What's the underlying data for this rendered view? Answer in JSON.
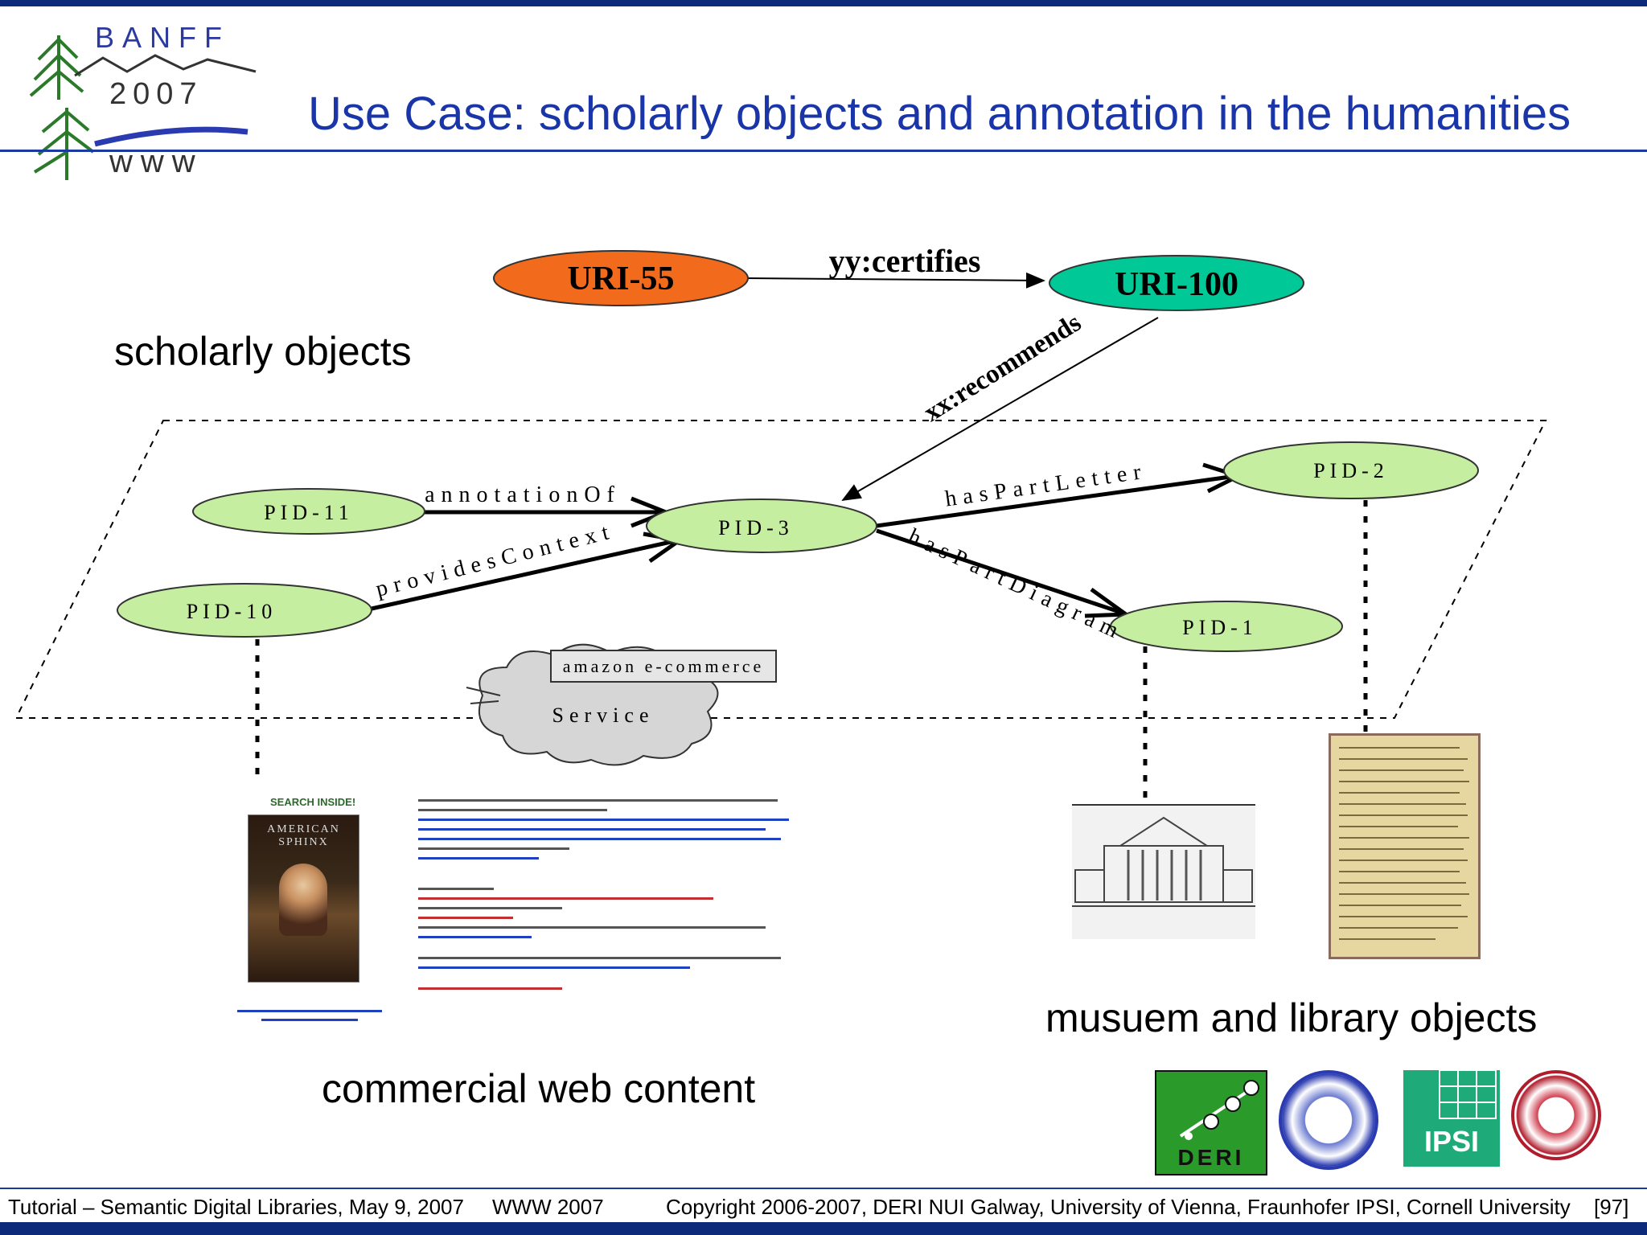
{
  "slide": {
    "title": "Use Case:  scholarly objects and annotation in the humanities"
  },
  "logo": {
    "top_text": "BANFF",
    "year": "2007",
    "bottom_text": "www"
  },
  "labels": {
    "scholarly_objects": "scholarly objects",
    "commercial_web_content": "commercial web content",
    "museum_library_objects": "musuem and library objects"
  },
  "nodes": {
    "uri55": "URI-55",
    "uri100": "URI-100",
    "pid11": "PID-11",
    "pid10": "PID-10",
    "pid3": "PID-3",
    "pid2": "PID-2",
    "pid1": "PID-1"
  },
  "edges": {
    "certifies": "yy:certifies",
    "recommends": "xx:recommends",
    "annotationOf": "annotationOf",
    "providesContext": "providesContext",
    "hasPartLetter": "hasPartLetter",
    "hasPartDiagram": "hasPartDiagram"
  },
  "service": {
    "box_label": "amazon e-commerce",
    "cloud_label": "Service"
  },
  "thumbnails": {
    "search_badge": "SEARCH INSIDE!",
    "book_title": "AMERICAN SPHINX"
  },
  "partner_logos": {
    "deri": "DERI",
    "ipsi": "IPSI"
  },
  "footer": {
    "tutorial": "Tutorial – Semantic Digital Libraries, May 9, 2007",
    "conference": "WWW 2007",
    "copyright": "Copyright 2006-2007, DERI NUI Galway, University of Vienna, Fraunhofer IPSI, Cornell University",
    "page": "[97]"
  },
  "colors": {
    "title_blue": "#1a35a8",
    "bar_blue": "#0d2a7a",
    "uri55_fill": "#f26a1b",
    "uri100_fill": "#00c896",
    "pid_fill": "#c6eea0"
  }
}
